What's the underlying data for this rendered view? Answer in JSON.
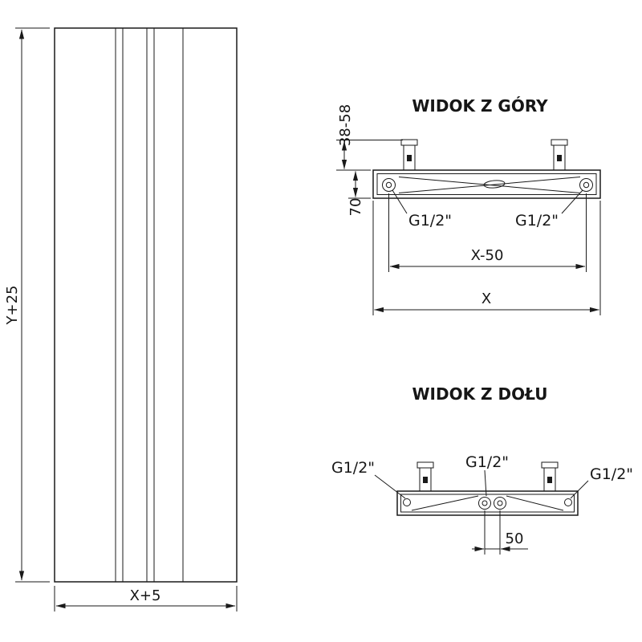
{
  "front_view": {
    "height_dim": "Y+25",
    "width_dim": "X+5"
  },
  "top_view": {
    "title": "WIDOK Z GÓRY",
    "bracket_range_dim": "38-58",
    "depth_dim": "70",
    "left_port_label": "G1/2\"",
    "right_port_label": "G1/2\"",
    "port_span_dim": "X-50",
    "total_width_dim": "X"
  },
  "bottom_view": {
    "title": "WIDOK Z DOŁU",
    "left_port_label": "G1/2\"",
    "center_port_label": "G1/2\"",
    "right_port_label": "G1/2\"",
    "center_span_dim": "50"
  }
}
